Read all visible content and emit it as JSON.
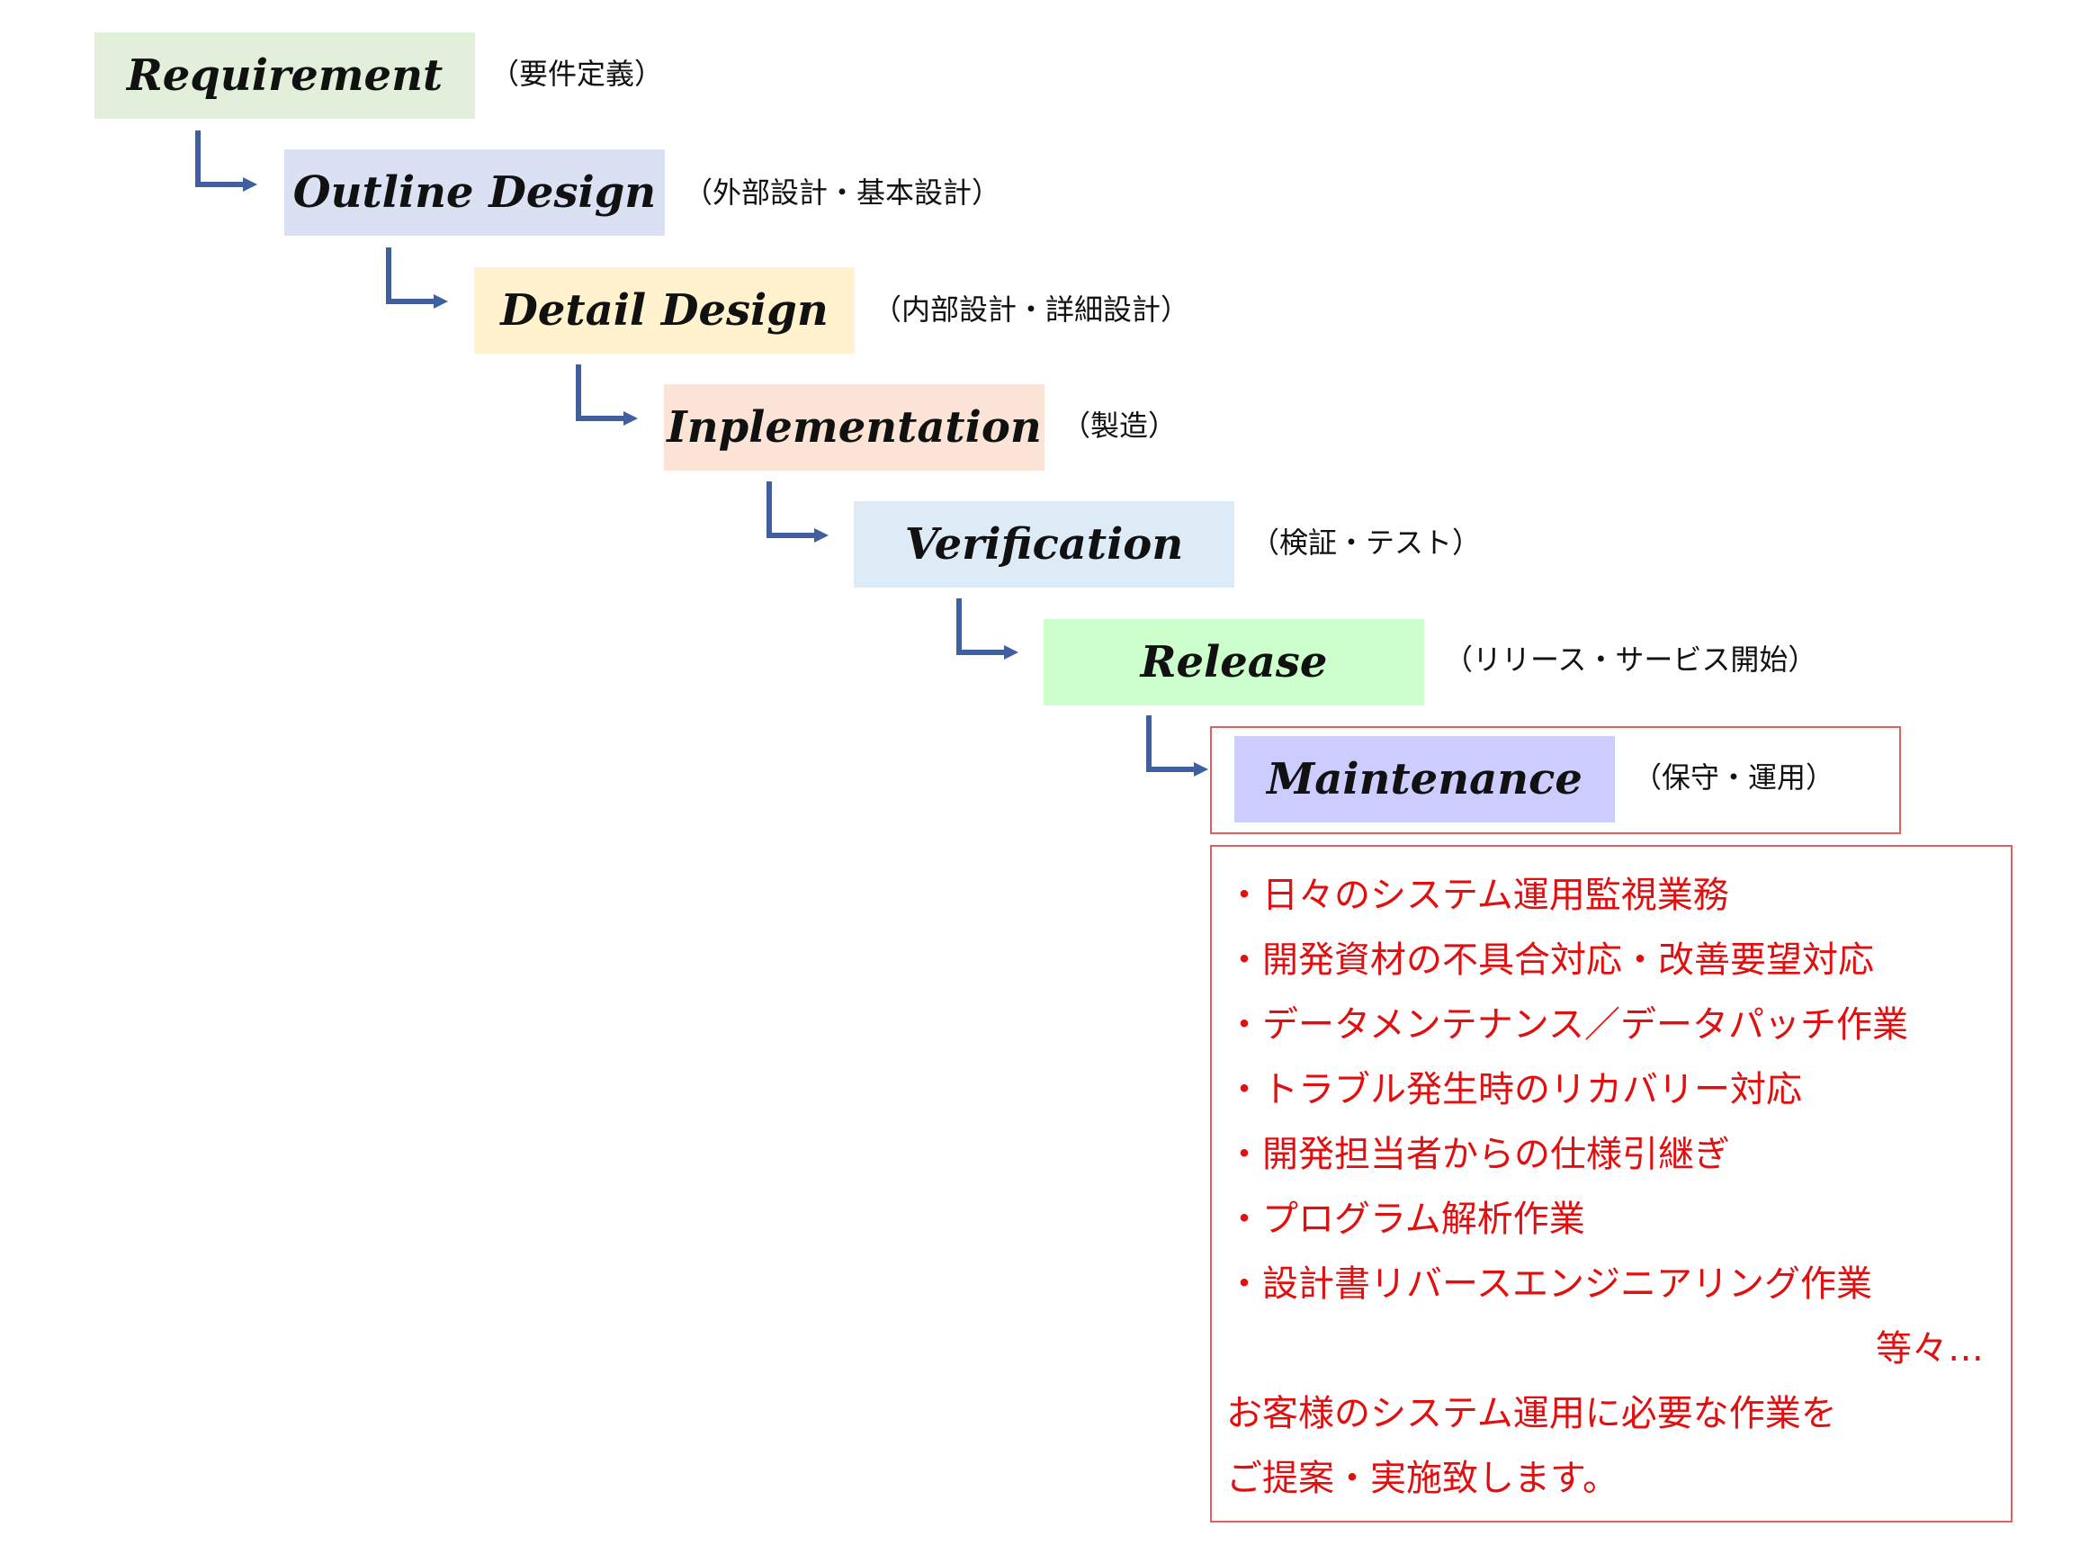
{
  "steps": [
    {
      "label": "Requirement",
      "note": "（要件定義）",
      "color": "#e2efda"
    },
    {
      "label": "Outline Design",
      "note": "（外部設計・基本設計）",
      "color": "#d9e1f2"
    },
    {
      "label": "Detail Design",
      "note": "（内部設計・詳細設計）",
      "color": "#fff2cc"
    },
    {
      "label": "Inplementation",
      "note": "（製造）",
      "color": "#fbe4d5"
    },
    {
      "label": "Verification",
      "note": "（検証・テスト）",
      "color": "#ddebf7"
    },
    {
      "label": "Release",
      "note": "（リリース・サービス開始）",
      "color": "#ccffcc"
    },
    {
      "label": "Maintenance",
      "note": "（保守・運用）",
      "color": "#ccccff"
    }
  ],
  "maintenance_tasks": [
    "・日々のシステム運用監視業務",
    "・開発資材の不具合対応・改善要望対応",
    "・データメンテナンス／データパッチ作業",
    "・トラブル発生時のリカバリー対応",
    "・開発担当者からの仕様引継ぎ",
    "・プログラム解析作業",
    "・設計書リバースエンジニアリング作業"
  ],
  "etc": "等々…",
  "closing": [
    "お客様のシステム運用に必要な作業を",
    "ご提案・実施致します。"
  ],
  "colors": {
    "arrow": "#3f5f9f",
    "highlight_border": "#e06060",
    "highlight_text": "#e01010"
  }
}
